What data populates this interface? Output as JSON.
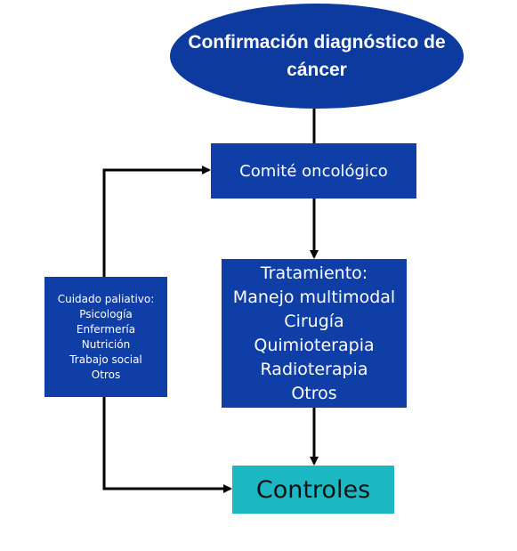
{
  "nodes": {
    "diagnosis": {
      "lines": [
        "Confirmación diagnóstico de",
        "cáncer"
      ],
      "color": "#0d3a9e"
    },
    "committee": {
      "label": "Comité oncológico",
      "color": "#0f3fa6"
    },
    "treatment": {
      "lines": [
        "Tratamiento:",
        "Manejo multimodal",
        "Cirugía",
        "Quimioterapia",
        "Radioterapia",
        "Otros"
      ],
      "color": "#0f3fa6"
    },
    "palliative": {
      "lines": [
        "Cuidado paliativo:",
        "Psicología",
        "Enfermería",
        "Nutrición",
        "Trabajo social",
        "Otros"
      ],
      "color": "#0f3fa6"
    },
    "controls": {
      "label": "Controles",
      "color": "#1bb8c4"
    }
  },
  "edges": [
    {
      "from": "diagnosis",
      "to": "committee"
    },
    {
      "from": "committee",
      "to": "treatment"
    },
    {
      "from": "treatment",
      "to": "controls"
    },
    {
      "from": "palliative",
      "to": "committee"
    },
    {
      "from": "palliative",
      "to": "controls"
    }
  ]
}
